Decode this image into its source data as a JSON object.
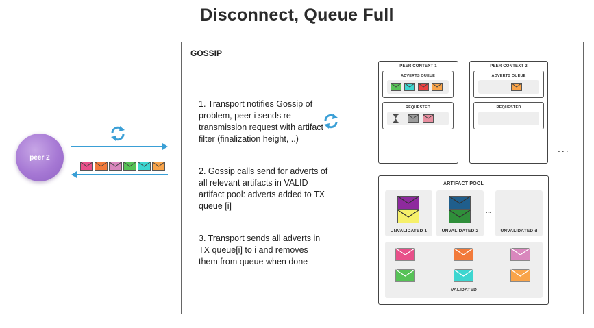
{
  "title": "Disconnect, Queue Full",
  "peer": {
    "label": "peer 2"
  },
  "gossip": {
    "label": "GOSSIP",
    "steps": [
      "1. Transport notifies Gossip of problem, peer i sends re-transmission request with artifact filter (finalization height, ..)",
      "2. Gossip calls send for adverts of all relevant artifacts in VALID  artifact pool: adverts added to TX queue [i]",
      "3. Transport sends all adverts in TX queue[i] to i and removes them from queue when done"
    ]
  },
  "peer_contexts": [
    {
      "title": "PEER CONTEXT 1",
      "adverts_label": "ADVERTS QUEUE",
      "requested_label": "REQUESTED"
    },
    {
      "title": "PEER CONTEXT 2",
      "adverts_label": "ADVERTS QUEUE",
      "requested_label": "REQUESTED"
    }
  ],
  "ellipsis": "...",
  "artifact_pool": {
    "title": "ARTIFACT POOL",
    "unvalidated": [
      "UNVALIDATED 1",
      "UNVALIDATED 2",
      "UNVALIDATED d"
    ],
    "unvalidated_ellipsis": "...",
    "validated_label": "VALIDATED"
  },
  "colors": {
    "blue_arrow": "#3a9fd6",
    "peer": "#a678d4",
    "pink": "#e8508a",
    "orange": "#f27a3a",
    "mauve": "#d987bd",
    "green": "#56c256",
    "cyan": "#3dd6d0",
    "light_orange": "#f9a44a",
    "purple": "#8e2a9e",
    "yellow": "#f6f06a",
    "navy": "#1f5e8c",
    "dark_green": "#2f8f3a",
    "red": "#e94040",
    "gray_envelope": "#9c9c9c",
    "rose": "#e88fa0"
  },
  "icons": [
    "sync-icon",
    "hourglass-icon",
    "envelope-icon",
    "arrow-right-icon",
    "arrow-left-icon"
  ]
}
